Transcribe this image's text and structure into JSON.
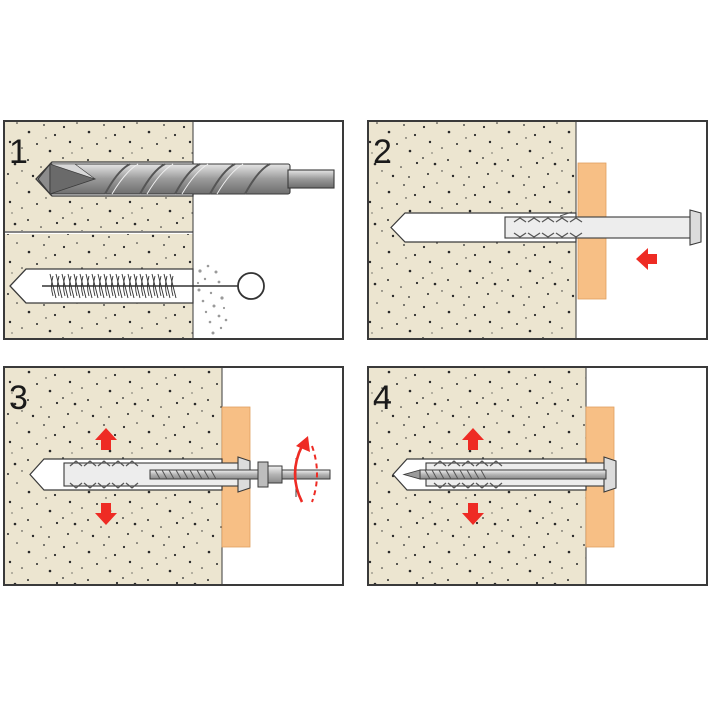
{
  "steps": [
    {
      "number": "1",
      "action": "drill-and-clean"
    },
    {
      "number": "2",
      "action": "insert-plug"
    },
    {
      "number": "3",
      "action": "drive-screw"
    },
    {
      "number": "4",
      "action": "installed"
    }
  ],
  "colors": {
    "concrete": "#ece5d0",
    "speckle": "#2a2a2a",
    "frame": "#3a3a3a",
    "fixture": "#f7bf85",
    "plug": "#ededed",
    "metal": "#c4c4c4",
    "arrow": "#ee2b24"
  },
  "icons": [
    "drill-bit-icon",
    "cleaning-brush-icon",
    "frame-plug-icon",
    "screw-icon",
    "red-arrow-icon",
    "rotation-arrow-icon"
  ]
}
